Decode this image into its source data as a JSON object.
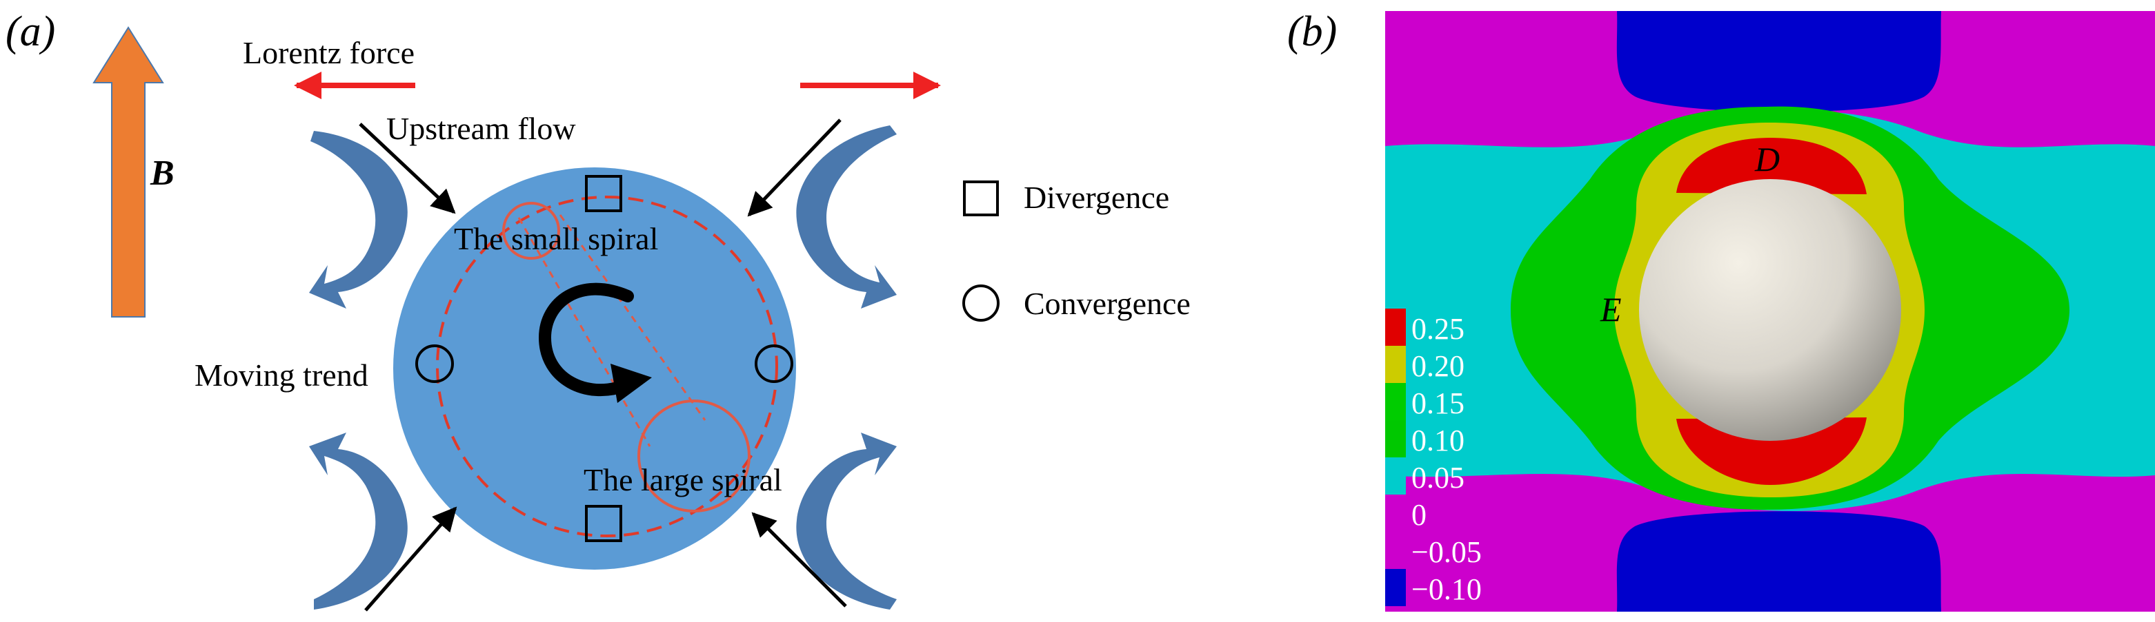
{
  "panel_a": {
    "label": "(a)",
    "field_label": "B",
    "lorentz_force": "Lorentz force",
    "upstream_flow": "Upstream flow",
    "small_spiral": "The small spiral",
    "large_spiral": "The large spiral",
    "moving_trend": "Moving trend",
    "legend": [
      {
        "symbol": "square",
        "label": "Divergence"
      },
      {
        "symbol": "circle",
        "label": "Convergence"
      }
    ],
    "colors": {
      "sphere": "#5b9bd5",
      "swirl": "#4a78ad",
      "field_arrow": "#ed7d31",
      "force_arrow": "#ee2222",
      "spiral": "#e05a47"
    }
  },
  "panel_b": {
    "label": "(b)",
    "region_d": "D",
    "region_e": "E",
    "colorbar": [
      {
        "value": "0.25",
        "color": "#e00000"
      },
      {
        "value": "0.20",
        "color": "#cccc00"
      },
      {
        "value": "0.15",
        "color": "#00cc00"
      },
      {
        "value": "0.10",
        "color": "#00c800"
      },
      {
        "value": "0.05",
        "color": "#00cccc"
      },
      {
        "value": "0",
        "color": "#cc00cc"
      },
      {
        "value": "−0.05",
        "color": "#cc00cc"
      },
      {
        "value": "−0.10",
        "color": "#0000cc"
      }
    ]
  }
}
